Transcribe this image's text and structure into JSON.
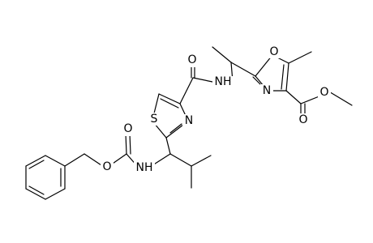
{
  "structure": {
    "atom_labels": {
      "O_amide": "O",
      "NH_amide": "NH",
      "S_thiazole": "S",
      "N_thiazole": "N",
      "O_oxazole": "O",
      "N_oxazole": "N",
      "O_ester_carbonyl": "O",
      "O_ester": "O",
      "O_carbamate_carbonyl": "O",
      "O_carbamate": "O",
      "NH_carbamate": "NH"
    }
  }
}
